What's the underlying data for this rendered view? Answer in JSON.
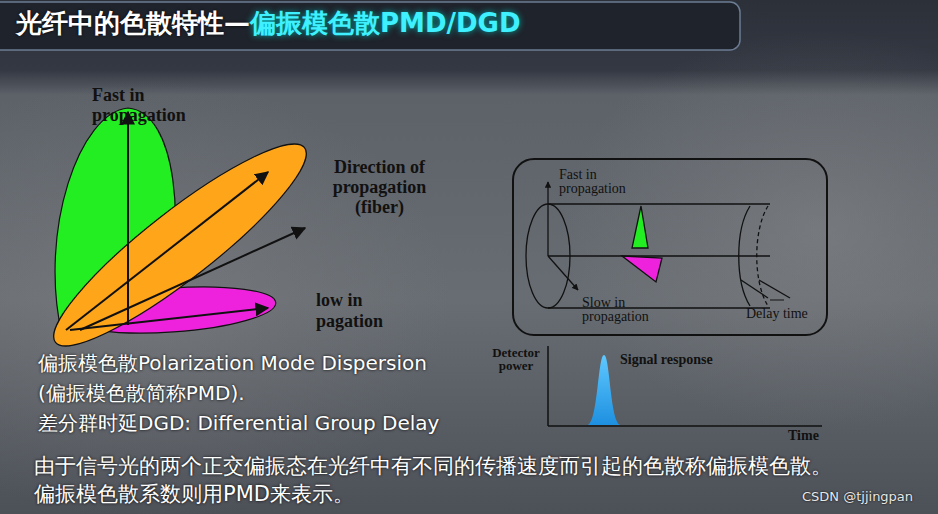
{
  "diagram": {
    "title": "光纤中的色散特性—",
    "nodes": [
      {
        "text": [
          "Fast in propagation",
          "Slow in propagation",
          "Delay time"
        ]
      }
    ],
    "labels": [
      "偏振模色散PMD/DGD",
      "Fast in propagation",
      "Direction of propagation (fiber)",
      "low in pagation",
      "偏振模色散Polarization Mode Dispersion",
      "(偏振模色散简称PMD).",
      "差分群时延DGD: Differential Group Delay",
      "Detector power",
      "Signal response",
      "Time",
      "由于信号光的两个正交偏振态在光纤中有不同的传播速度而引起的色散称偏振模色散。",
      "偏振模色散系数则用PMD来表示。",
      "CSDN @tjjingpan"
    ]
  }
}
